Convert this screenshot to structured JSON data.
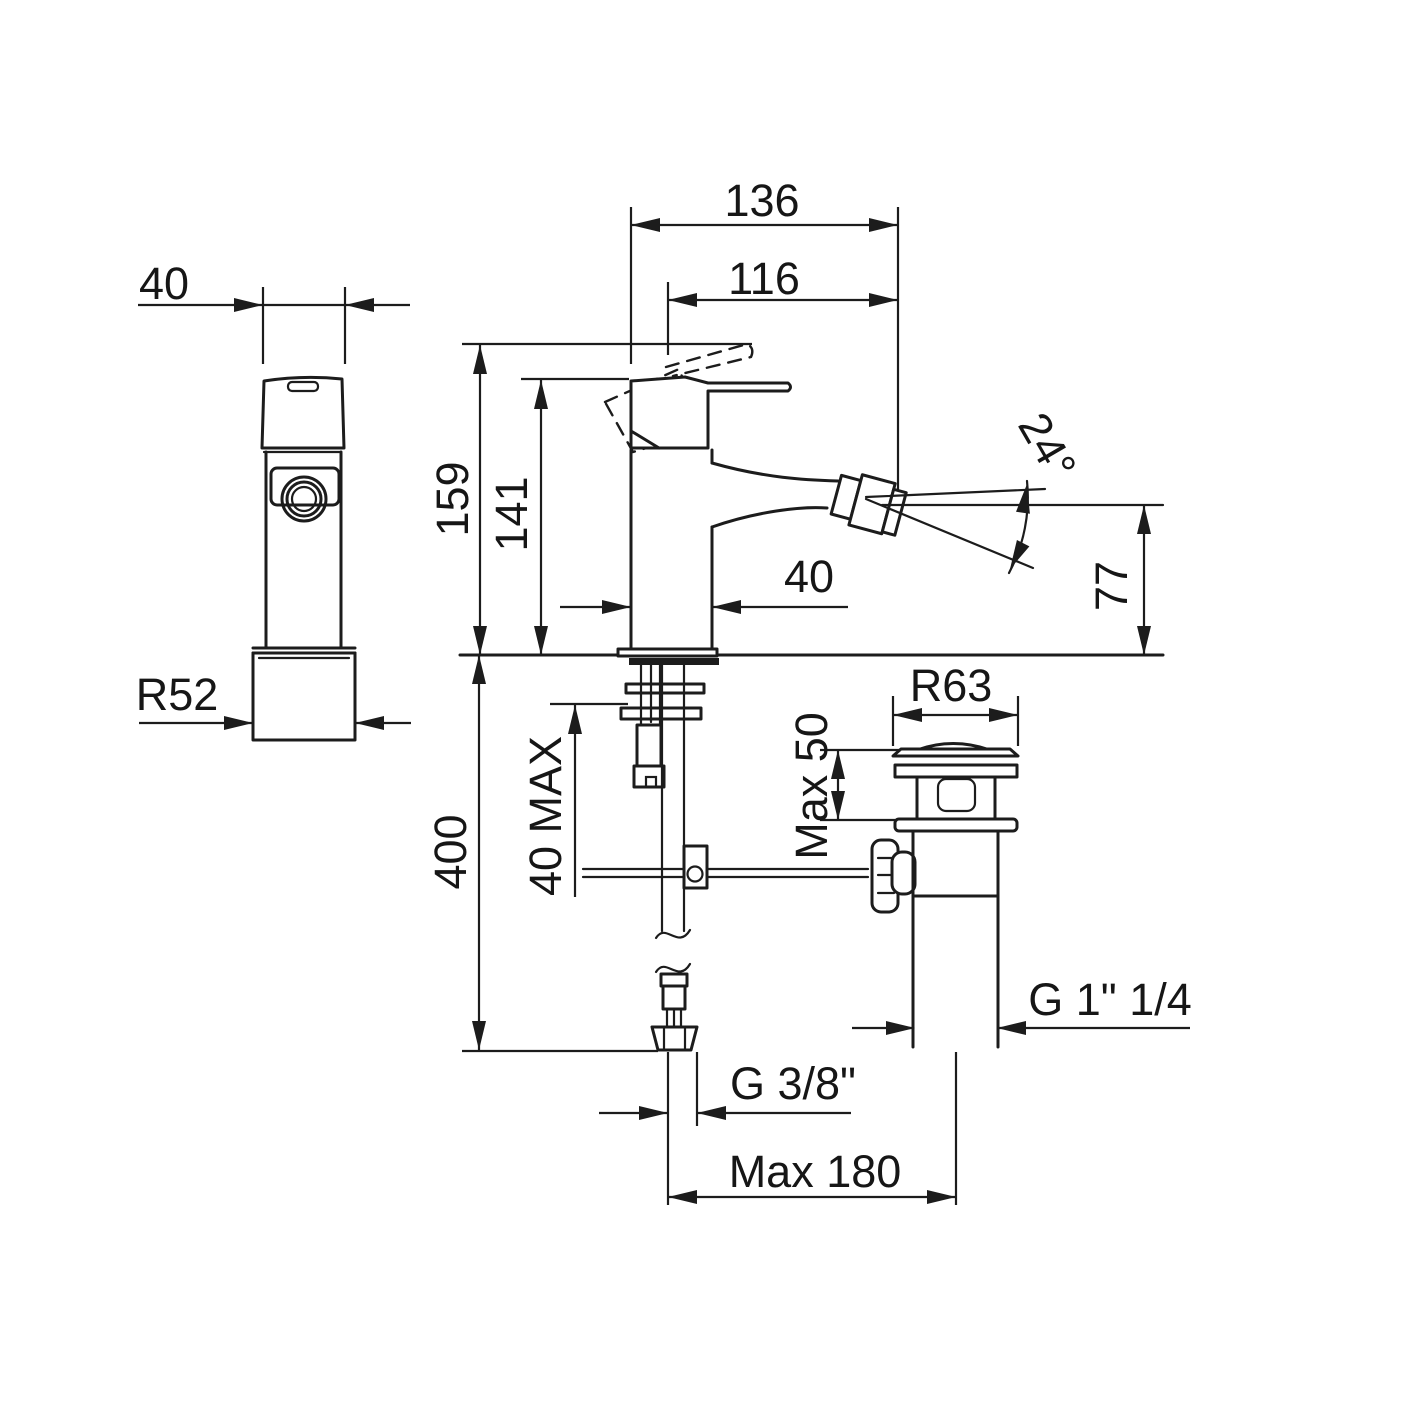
{
  "page": {
    "background": "#ffffff",
    "line_color": "#1c1c1c",
    "description": "Technical dimensional drawing of a single-lever bidet mixer faucet with pop-up waste drain"
  },
  "labels": {
    "front_width": "40",
    "front_base_diameter": "R52",
    "reach_total": "136",
    "reach_spout": "116",
    "height_lever": "159",
    "height_body": "141",
    "body_depth": "40",
    "spray_angle": "24°",
    "spout_height": "77",
    "drain_diameter": "R63",
    "drain_deck_max": "Max 50",
    "under_deck_length": "400",
    "deck_thickness_max": "40 MAX",
    "drain_thread": "G 1\" 1/4",
    "supply_thread": "G 3/8\"",
    "offset_max": "Max 180"
  }
}
